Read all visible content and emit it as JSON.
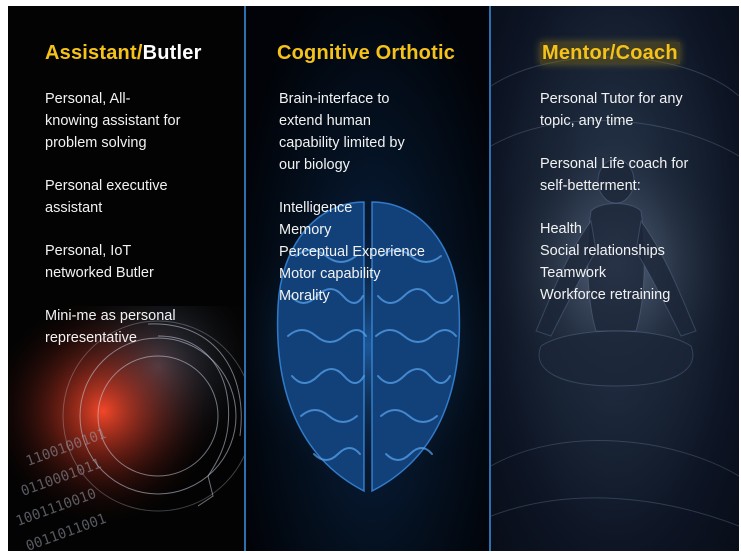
{
  "columns": [
    {
      "title_part1": "Assistant/",
      "title_part2": "Butler",
      "paragraphs": [
        "Personal, All-\nknowing assistant for\nproblem solving",
        "Personal executive\nassistant",
        "Personal, IoT\nnetworked Butler",
        "Mini-me as personal\nrepresentative"
      ]
    },
    {
      "title": "Cognitive Orthotic",
      "intro": "Brain-interface to\nextend human\ncapability limited by\nour biology",
      "items": [
        "Intelligence",
        "Memory",
        "Perceptual Experience",
        "Motor capability",
        "Morality"
      ]
    },
    {
      "title": "Mentor/Coach",
      "paragraphs": [
        "Personal Tutor for any\ntopic, any time",
        "Personal Life coach for\nself-betterment:"
      ],
      "items": [
        "Health",
        "Social relationships",
        "Teamwork",
        "Workforce retraining"
      ]
    }
  ],
  "colors": {
    "heading_accent": "#f5c21a",
    "divider": "#2e6fb0",
    "background": "#000000"
  }
}
